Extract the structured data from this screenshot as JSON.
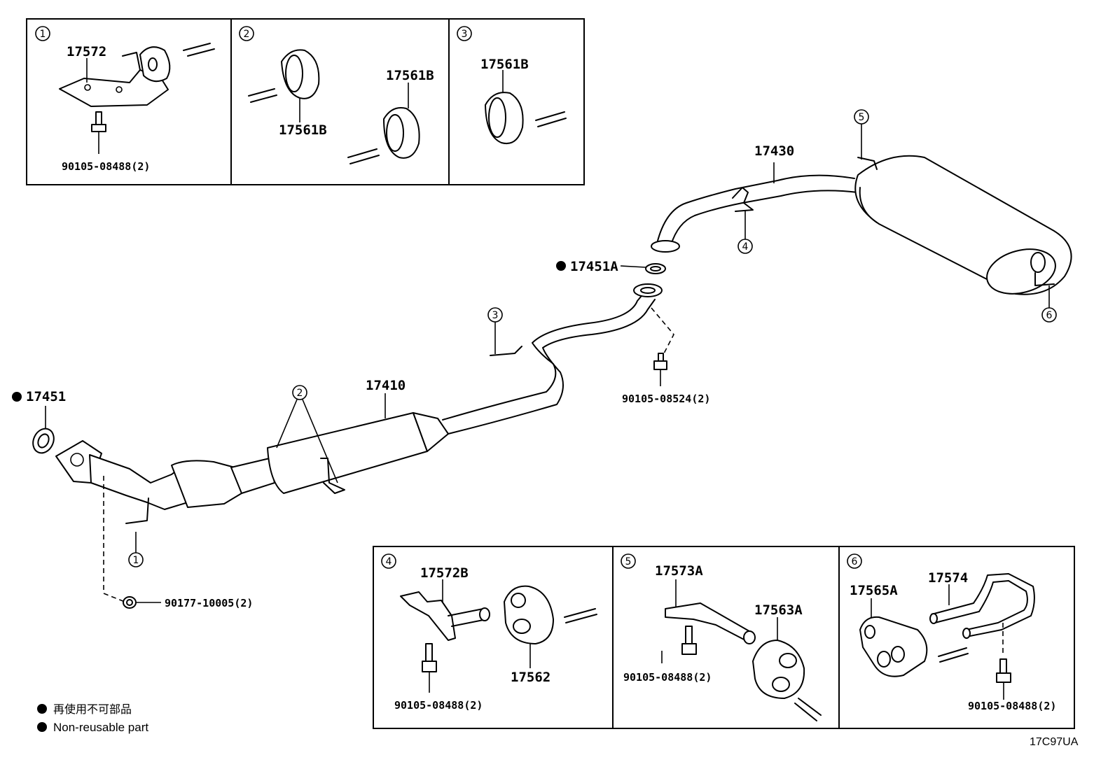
{
  "detail_boxes": [
    {
      "num": "1",
      "parts": [
        "17572",
        "90105-08488(2)"
      ]
    },
    {
      "num": "2",
      "parts": [
        "17561B",
        "17561B"
      ]
    },
    {
      "num": "3",
      "parts": [
        "17561B"
      ]
    },
    {
      "num": "4",
      "parts": [
        "17572B",
        "90105-08488(2)",
        "17562"
      ]
    },
    {
      "num": "5",
      "parts": [
        "17573A",
        "90105-08488(2)",
        "17563A"
      ]
    },
    {
      "num": "6",
      "parts": [
        "17565A",
        "17574",
        "90105-08488(2)"
      ]
    }
  ],
  "main_parts": {
    "gasket_front": "17451",
    "front_pipe": "17410",
    "gasket_center": "17451A",
    "tail_pipe": "17430",
    "bolt": "90105-08524(2)",
    "nut": "90177-10005(2)"
  },
  "callouts": [
    "1",
    "2",
    "3",
    "4",
    "5",
    "6"
  ],
  "legend": {
    "japanese": "再使用不可部品",
    "english": "Non-reusable part"
  },
  "figure_code": "17C97UA"
}
